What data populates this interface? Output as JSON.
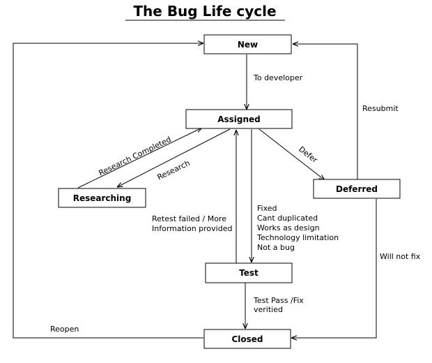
{
  "title": "The Bug Life cycle",
  "nodes": {
    "new": "New",
    "assigned": "Assigned",
    "researching": "Researching",
    "deferred": "Deferred",
    "test": "Test",
    "closed": "Closed"
  },
  "edges": {
    "to_developer": "To developer",
    "resubmit": "Resubmit",
    "research_completed": "Research Completed",
    "research": "Research",
    "defer": "Defer",
    "retest_failed": [
      "Retest failed  / More",
      "Information provided"
    ],
    "fixed_reasons": [
      "Fixed",
      "Cant duplicated",
      "Works as design",
      "Technology limitation",
      "Not a bug"
    ],
    "will_not_fix": "Will not fix",
    "test_pass": [
      "Test Pass /Fix",
      "veritied"
    ],
    "reopen": "Reopen"
  }
}
